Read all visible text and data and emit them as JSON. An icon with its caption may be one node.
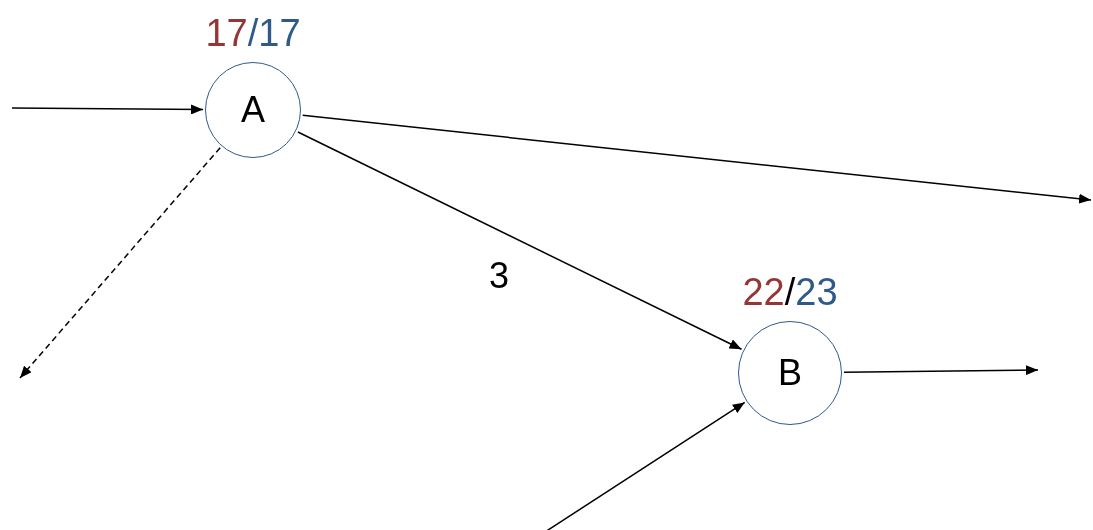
{
  "diagram": {
    "nodes": [
      {
        "text": [
          "A"
        ],
        "beside": [
          "17",
          "/",
          "17"
        ]
      },
      {
        "text": [
          "B"
        ],
        "beside": [
          "22",
          "/",
          "23"
        ]
      }
    ],
    "edges": [
      {
        "from": null,
        "to": 0,
        "arrow": "to"
      },
      {
        "from": 0,
        "to": null,
        "arrow": "to",
        "style": "dashed"
      },
      {
        "from": 0,
        "to": null,
        "arrow": "to"
      },
      {
        "from": 0,
        "to": 1,
        "arrow": "to",
        "label": "3"
      },
      {
        "from": null,
        "to": 1,
        "arrow": "to"
      },
      {
        "from": 1,
        "to": null,
        "arrow": "to"
      }
    ]
  }
}
